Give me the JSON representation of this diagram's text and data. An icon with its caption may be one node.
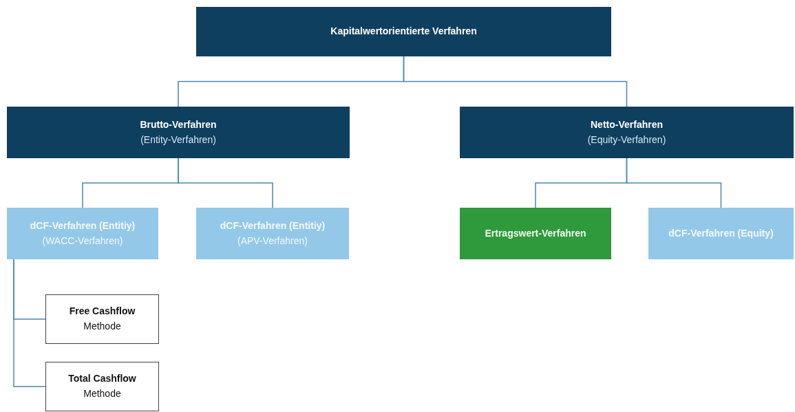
{
  "diagram": {
    "nodes": [
      {
        "text": [
          "Kapitalwertorientierte Verfahren"
        ]
      },
      {
        "text": [
          "Brutto-Verfahren",
          "(Entity-Verfahren)"
        ]
      },
      {
        "text": [
          "Netto-Verfahren",
          "(Equity-Verfahren)"
        ]
      },
      {
        "text": [
          "dCF-Verfahren (Entitiy)",
          "(WACC-Verfahren)"
        ]
      },
      {
        "text": [
          "dCF-Verfahren (Entitiy)",
          "(APV-Verfahren)"
        ]
      },
      {
        "text": [
          "Ertragswert-Verfahren"
        ]
      },
      {
        "text": [
          "dCF-Verfahren (Equity)"
        ]
      },
      {
        "text": [
          "Free Cashflow",
          "Methode"
        ]
      },
      {
        "text": [
          "Total Cashflow",
          "Methode"
        ]
      }
    ],
    "edges": [
      {
        "from": 0,
        "to": 1,
        "arrow": "none"
      },
      {
        "from": 0,
        "to": 2,
        "arrow": "none"
      },
      {
        "from": 1,
        "to": 3,
        "arrow": "none"
      },
      {
        "from": 1,
        "to": 4,
        "arrow": "none"
      },
      {
        "from": 2,
        "to": 5,
        "arrow": "none"
      },
      {
        "from": 2,
        "to": 6,
        "arrow": "none"
      },
      {
        "from": 3,
        "to": 7,
        "arrow": "none"
      },
      {
        "from": 3,
        "to": 8,
        "arrow": "none"
      }
    ]
  }
}
